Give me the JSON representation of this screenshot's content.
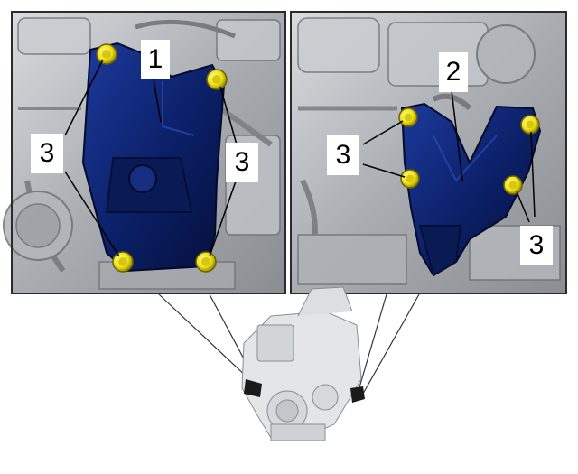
{
  "callouts": {
    "part_1": "1",
    "part_2": "2",
    "bolt_left_upper": "3",
    "bolt_left_right": "3",
    "bolt_right_left": "3",
    "bolt_right_lower": "3"
  },
  "colors": {
    "bracket": "#0b1f66",
    "bracket_highlight": "#1a3a9a",
    "bolt": "#f2e21c",
    "engine_metal": "#b9bcc0",
    "engine_dark": "#7d8186",
    "frame": "#2b2b2b"
  },
  "icons": {
    "bolt": "bolt-icon",
    "bracket": "engine-mount-bracket"
  }
}
